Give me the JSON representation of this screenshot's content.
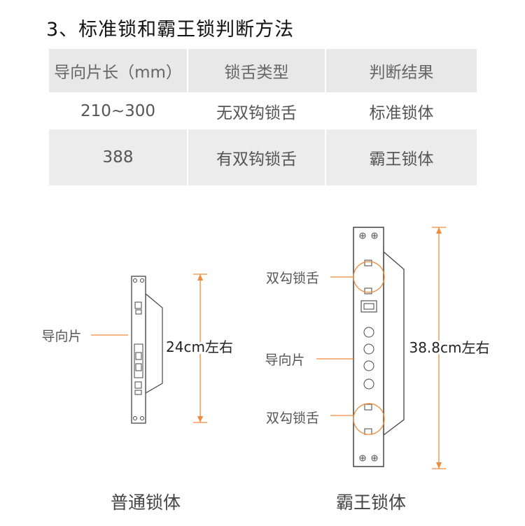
{
  "title": "3、标准锁和霸王锁判断方法",
  "table": {
    "headers": [
      "导向片长（mm）",
      "锁舌类型",
      "判断结果"
    ],
    "rows": [
      [
        "210~300",
        "无双钩锁舌",
        "标准锁体"
      ],
      [
        "388",
        "有双钩锁舌",
        "霸王锁体"
      ]
    ]
  },
  "diagram": {
    "standard": {
      "guide_label": "导向片",
      "dimension_label": "24cm左右",
      "caption": "普通锁体"
    },
    "bawang": {
      "hook_top_label": "双勾锁舌",
      "guide_label": "导向片",
      "hook_bottom_label": "双勾锁舌",
      "dimension_label": "38.8cm左右",
      "caption": "霸王锁体"
    },
    "accent_color": "#f08a3c",
    "line_color": "#444444"
  }
}
